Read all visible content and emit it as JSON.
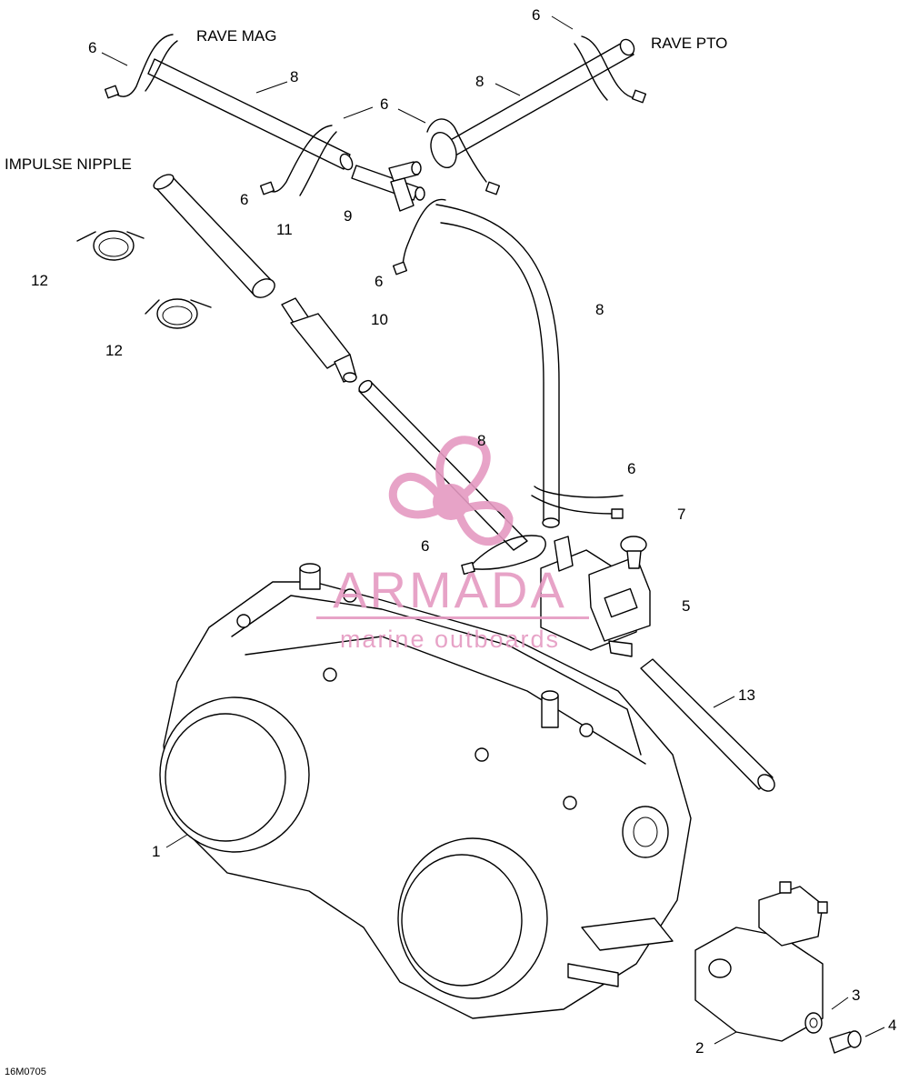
{
  "diagram": {
    "code": "16M0705",
    "titles": {
      "rave_mag": "RAVE MAG",
      "rave_pto": "RAVE PTO",
      "impulse_nipple": "IMPULSE NIPPLE"
    },
    "callouts": {
      "c1": "1",
      "c2": "2",
      "c3": "3",
      "c4": "4",
      "c5": "5",
      "c6a": "6",
      "c6b": "6",
      "c6c": "6",
      "c6d": "6",
      "c6e": "6",
      "c6f": "6",
      "c6g": "6",
      "c7": "7",
      "c8a": "8",
      "c8b": "8",
      "c8c": "8",
      "c8d": "8",
      "c9": "9",
      "c10": "10",
      "c11": "11",
      "c12a": "12",
      "c12b": "12",
      "c13": "13"
    }
  },
  "watermark": {
    "brand": "ARMADA",
    "tagline": "marine outboards",
    "color": "#e59ac2"
  }
}
